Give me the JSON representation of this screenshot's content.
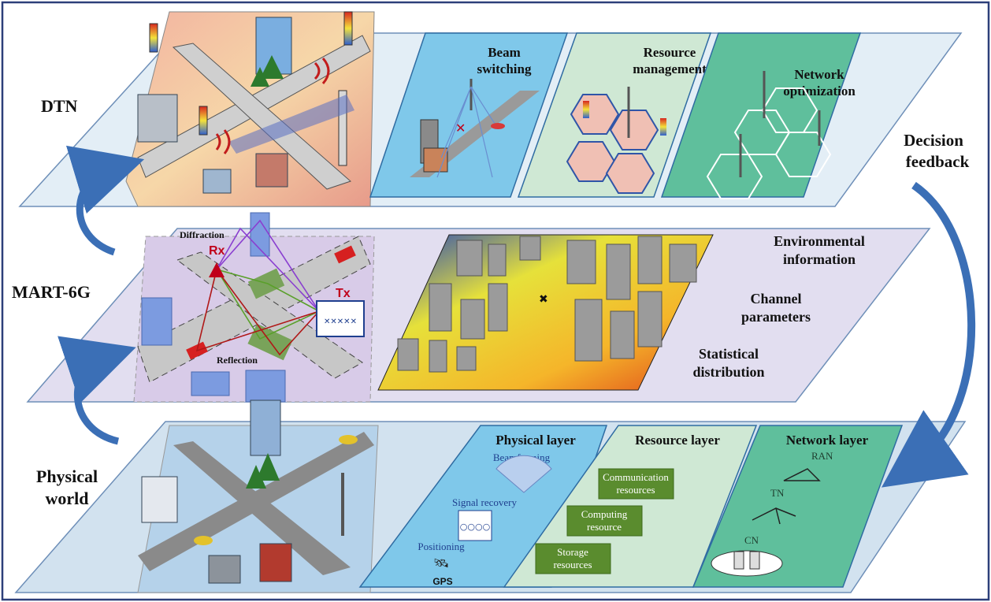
{
  "layers": {
    "dtn": {
      "label": "DTN",
      "panels": [
        {
          "title_line1": "Beam",
          "title_line2": "switching"
        },
        {
          "title_line1": "Resource",
          "title_line2": "management"
        },
        {
          "title_line1": "Network",
          "title_line2": "optimization"
        }
      ]
    },
    "mart": {
      "label": "MART-6G",
      "rt_labels": {
        "diffraction": "Diffraction",
        "rx": "Rx",
        "tx": "Tx",
        "reflection": "Reflection"
      },
      "outputs": {
        "env_line1": "Environmental",
        "env_line2": "information",
        "chan_line1": "Channel",
        "chan_line2": "parameters",
        "stat_line1": "Statistical",
        "stat_line2": "distribution"
      }
    },
    "physical": {
      "label_line1": "Physical",
      "label_line2": "world",
      "physical_layer": {
        "title": "Physical layer",
        "beamforming": "Beamforming",
        "signal_recovery": "Signal recovery",
        "positioning": "Positioning",
        "gps": "GPS"
      },
      "resource_layer": {
        "title": "Resource layer",
        "boxes": [
          {
            "line1": "Communication",
            "line2": "resources"
          },
          {
            "line1": "Computing",
            "line2": "resource"
          },
          {
            "line1": "Storage",
            "line2": "resources"
          }
        ]
      },
      "network_layer": {
        "title": "Network layer",
        "ran": "RAN",
        "tn": "TN",
        "cn": "CN"
      }
    }
  },
  "feedback": {
    "line1": "Decision",
    "line2": "feedback"
  },
  "colors": {
    "arrow": "#3b6fb6",
    "panel_blue": "#7fc8ea",
    "panel_green": "#cfe8d4",
    "panel_teal": "#5fbf9c",
    "box_green": "#5a8c2e",
    "rx_red": "#c0001a"
  }
}
